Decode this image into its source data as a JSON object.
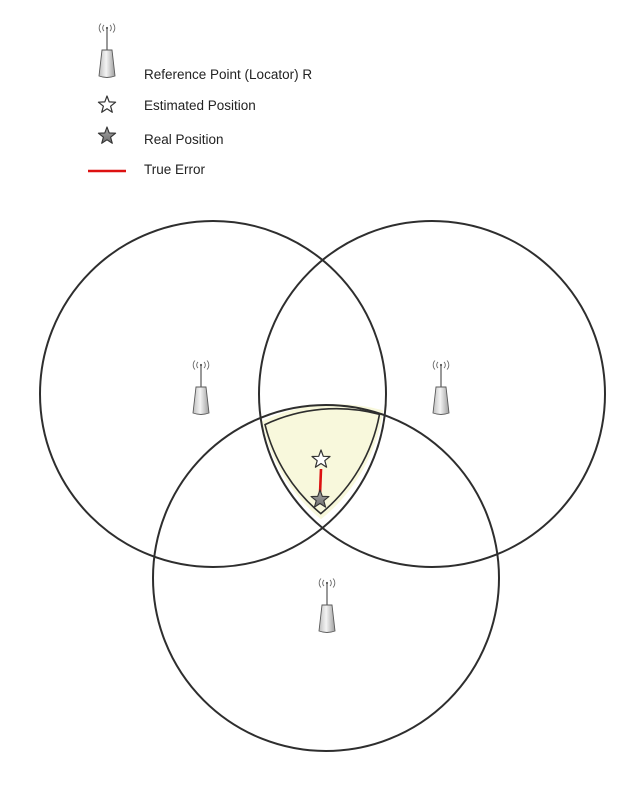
{
  "legend": {
    "reference_point_label": "Reference Point (Locator) R",
    "estimated_position_label": "Estimated  Position",
    "real_position_label": "Real Position",
    "true_error_label": "True Error"
  },
  "icons": {
    "reference_point": "antenna-icon",
    "estimated_position": "hollow-star-icon",
    "real_position": "filled-star-icon",
    "true_error": "red-line-icon"
  },
  "colors": {
    "circle_stroke": "#2e2e2e",
    "intersection_fill": "#f8f8dc",
    "true_error_line": "#dd1111",
    "real_star_fill": "#8a8a8a",
    "estimated_star_fill": "#ffffff"
  }
}
